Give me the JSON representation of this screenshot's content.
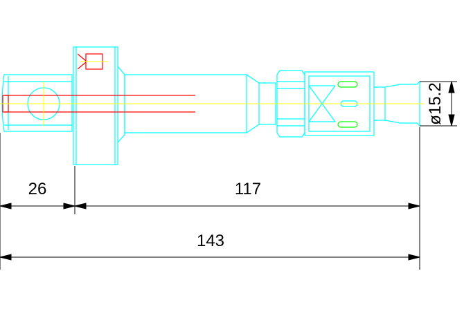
{
  "drawing": {
    "colors": {
      "background": "#ffffff",
      "outline": "#00ffff",
      "centerline": "#ffff00",
      "section": "#ff0000",
      "slot": "#00ff00",
      "dimension": "#000000"
    },
    "dimensions": {
      "left_segment": "26",
      "middle_segment": "117",
      "overall_length": "143",
      "diameter": "ø15.2"
    }
  }
}
